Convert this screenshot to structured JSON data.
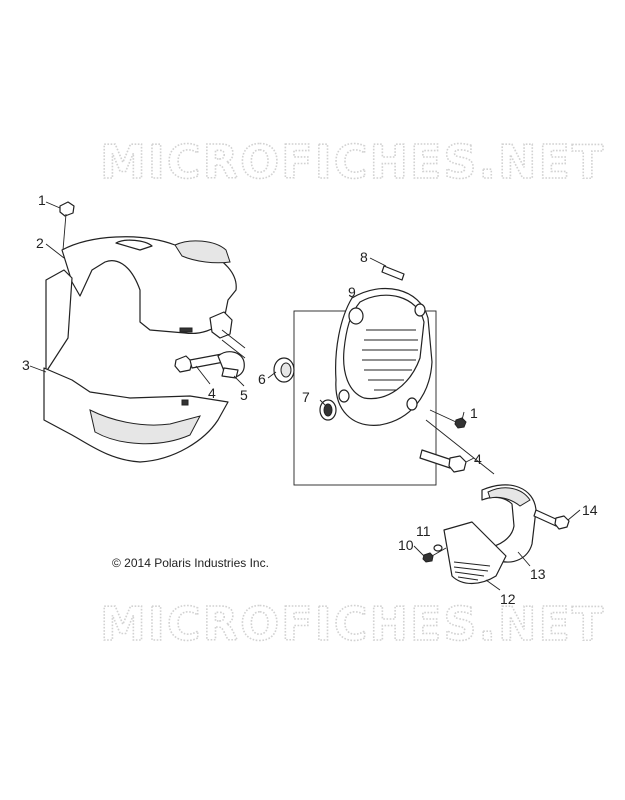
{
  "watermarks": [
    "MICROFICHES.NET",
    "MICROFICHES.NET"
  ],
  "copyright": "© 2014 Polaris Industries Inc.",
  "callouts": [
    "1",
    "2",
    "3",
    "4",
    "5",
    "6",
    "7",
    "8",
    "9",
    "1",
    "4",
    "11",
    "10",
    "12",
    "13",
    "14"
  ]
}
